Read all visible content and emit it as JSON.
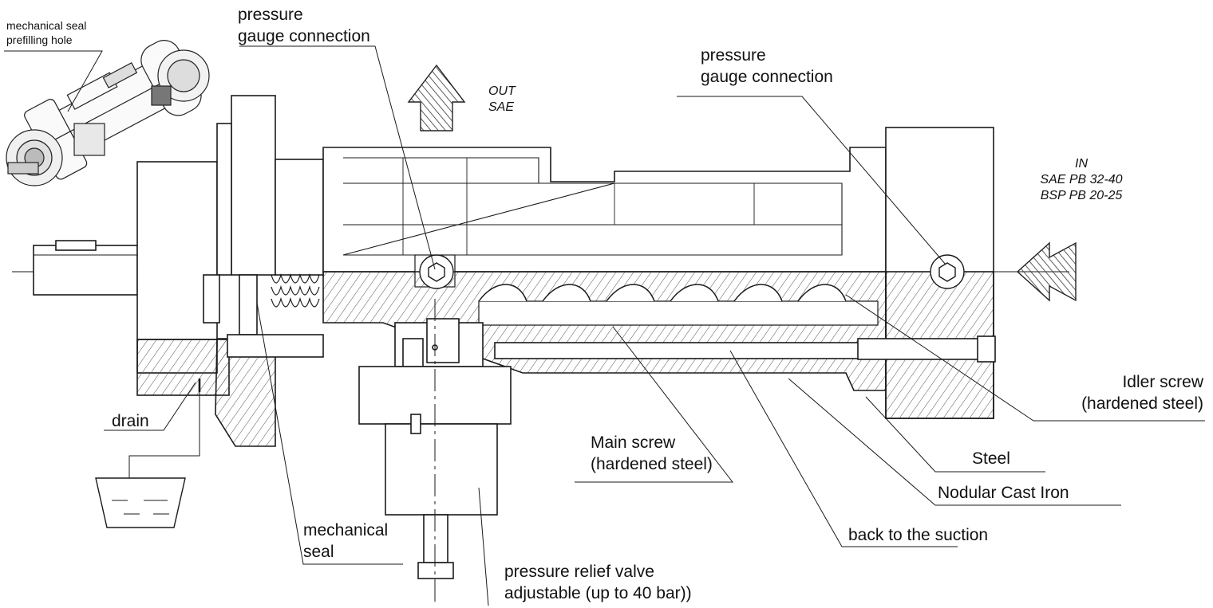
{
  "colors": {
    "line": "#1a1a1a",
    "hatch": "#4a4a4a",
    "arrow_fill": "#555555",
    "background": "#ffffff"
  },
  "labels": {
    "mech_seal_hole": [
      "mechanical seal",
      "prefilling hole"
    ],
    "pressure_gauge_left": [
      "pressure",
      "gauge connection"
    ],
    "pressure_gauge_right": [
      "pressure",
      "gauge connection"
    ],
    "out_sae": [
      "OUT",
      "SAE"
    ],
    "in_port": [
      "IN",
      "SAE  PB 32-40",
      "BSP PB 20-25"
    ],
    "idler_screw": [
      "Idler screw",
      "(hardened steel)"
    ],
    "drain": "drain",
    "main_screw": [
      "Main screw",
      "(hardened steel)"
    ],
    "steel": "Steel",
    "nodular_cast_iron": "Nodular Cast Iron",
    "back_to_suction": "back to the suction",
    "mechanical_seal": [
      "mechanical",
      "seal"
    ],
    "pressure_relief_valve": [
      "pressure relief valve",
      "adjustable (up to 40 bar))"
    ]
  }
}
